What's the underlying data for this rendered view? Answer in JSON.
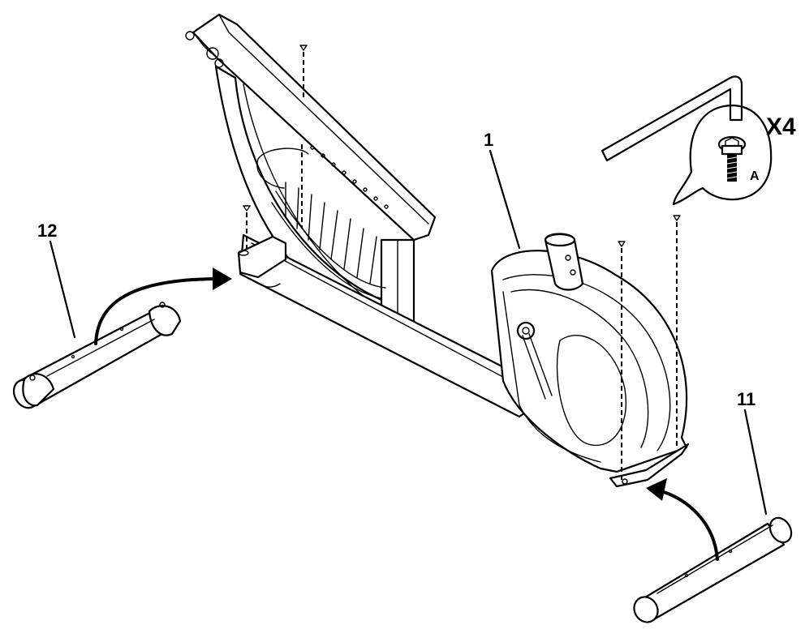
{
  "labels": {
    "part_1": "1",
    "part_11": "11",
    "part_12": "12",
    "quantity": "X4",
    "bolt_letter": "A"
  },
  "colors": {
    "ink": "#000000",
    "background": "#ffffff"
  },
  "icons": [
    "allen-key-icon",
    "bolt-icon",
    "assembly-arrow-icon"
  ]
}
